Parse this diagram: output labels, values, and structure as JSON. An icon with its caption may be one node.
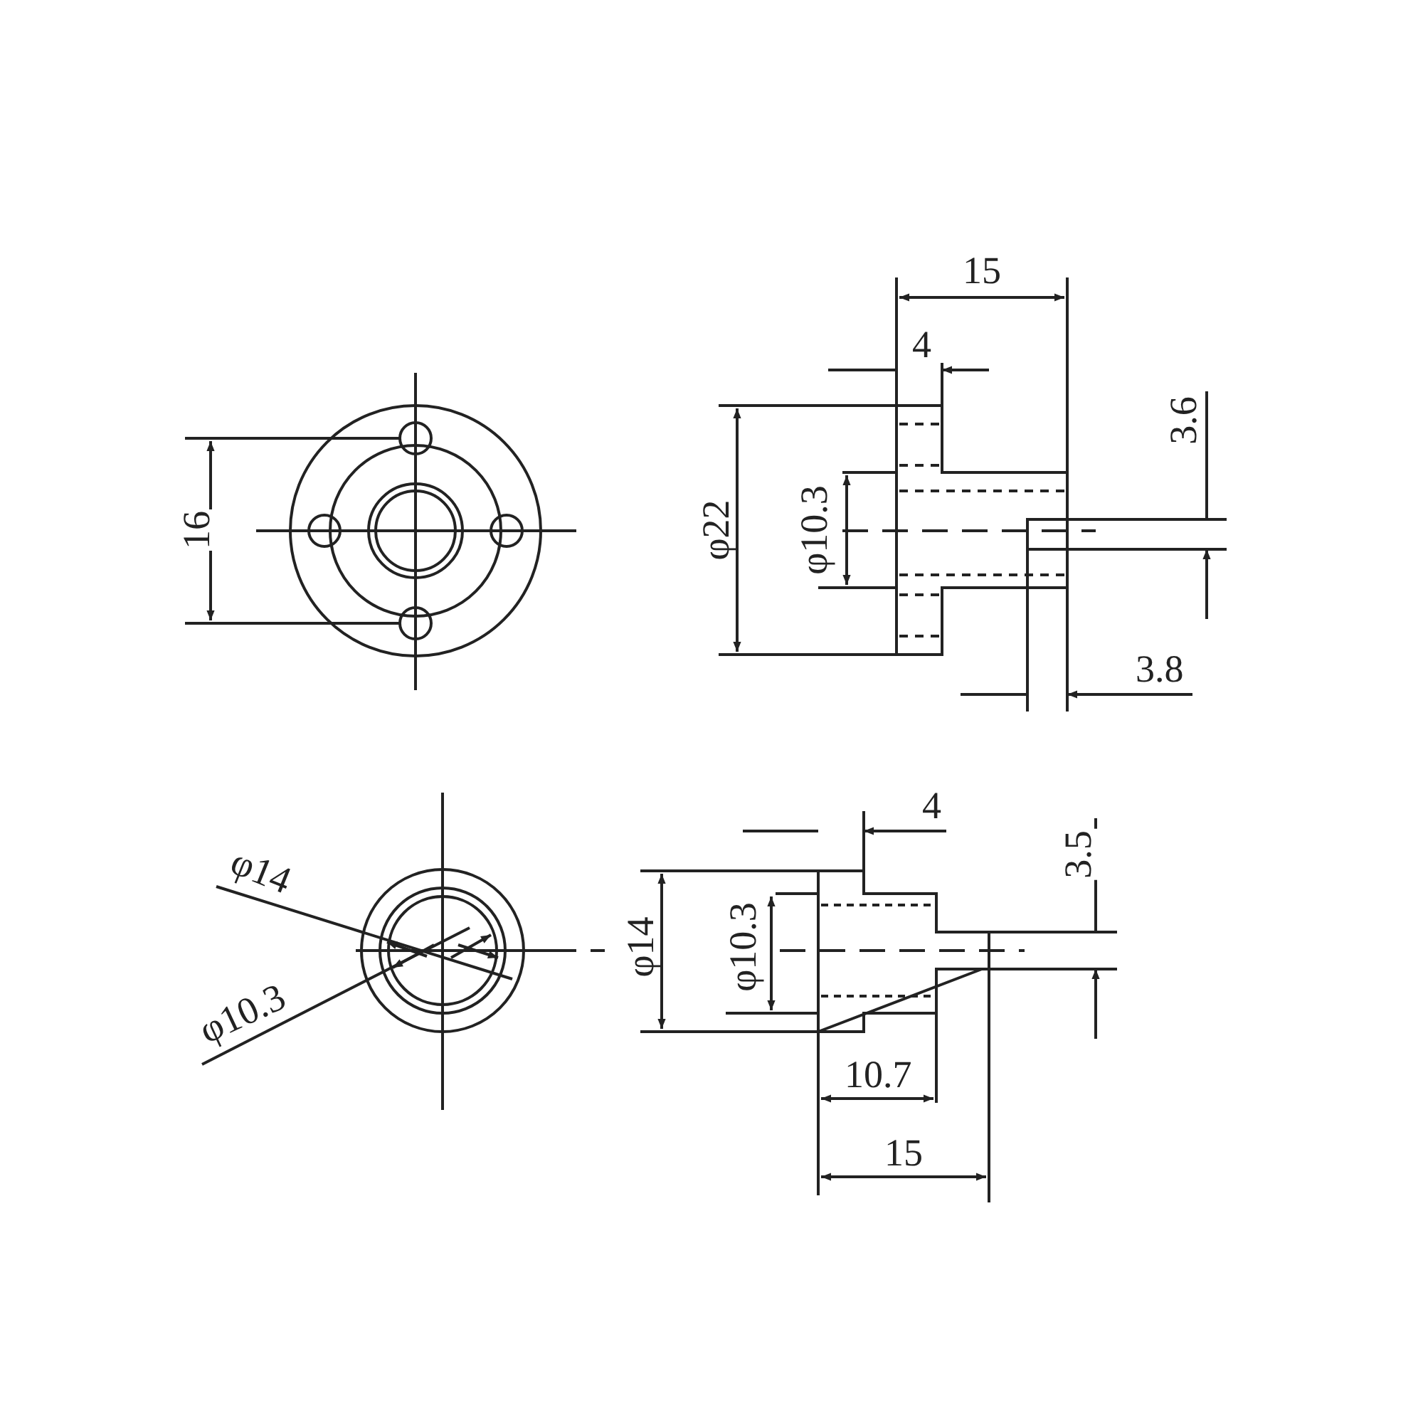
{
  "diagram": {
    "labels": [
      "15",
      "4",
      "3.6",
      "16",
      "φ22",
      "φ10.3",
      "3.8",
      "4",
      "3.5",
      "φ14",
      "φ14",
      "φ10.3",
      "φ10.3",
      "10.7",
      "15"
    ]
  }
}
